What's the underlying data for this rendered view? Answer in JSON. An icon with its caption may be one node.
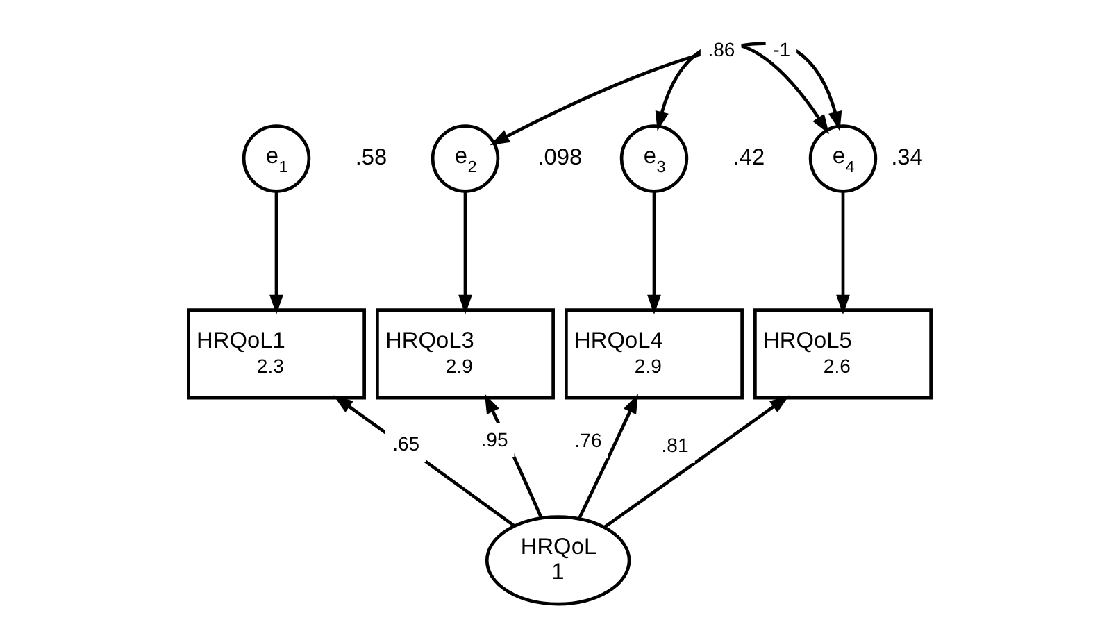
{
  "diagram": {
    "nodes": [
      {
        "text": [
          "e$_{1}$"
        ],
        "beside": [
          ".58"
        ]
      },
      {
        "text": [
          "e$_{2}$"
        ],
        "beside": [
          ".098"
        ]
      },
      {
        "text": [
          "e$_{3}$"
        ],
        "beside": [
          ".42"
        ]
      },
      {
        "text": [
          "e$_{4}$"
        ],
        "beside": [
          ".34"
        ]
      },
      {
        "text": [
          "HRQoL1",
          "2.3"
        ]
      },
      {
        "text": [
          "HRQoL3",
          "2.9"
        ]
      },
      {
        "text": [
          "HRQoL4",
          "2.9"
        ]
      },
      {
        "text": [
          "HRQoL5",
          "2.6"
        ]
      },
      {
        "text": [
          "HRQoL",
          "1"
        ]
      }
    ],
    "edges": [
      {
        "from": 1,
        "to": 3,
        "arrow": "both",
        "label": "-1"
      },
      {
        "from": 2,
        "to": 3,
        "arrow": "both",
        "label": ".86"
      },
      {
        "from": 0,
        "to": 4,
        "arrow": "to"
      },
      {
        "from": 1,
        "to": 5,
        "arrow": "to"
      },
      {
        "from": 2,
        "to": 6,
        "arrow": "to"
      },
      {
        "from": 3,
        "to": 7,
        "arrow": "to"
      },
      {
        "from": 8,
        "to": 4,
        "arrow": "to",
        "label": ".65"
      },
      {
        "from": 8,
        "to": 5,
        "arrow": "to",
        "label": ".95"
      },
      {
        "from": 8,
        "to": 6,
        "arrow": "to",
        "label": ".76"
      },
      {
        "from": 8,
        "to": 7,
        "arrow": "to",
        "label": ".81"
      }
    ]
  }
}
